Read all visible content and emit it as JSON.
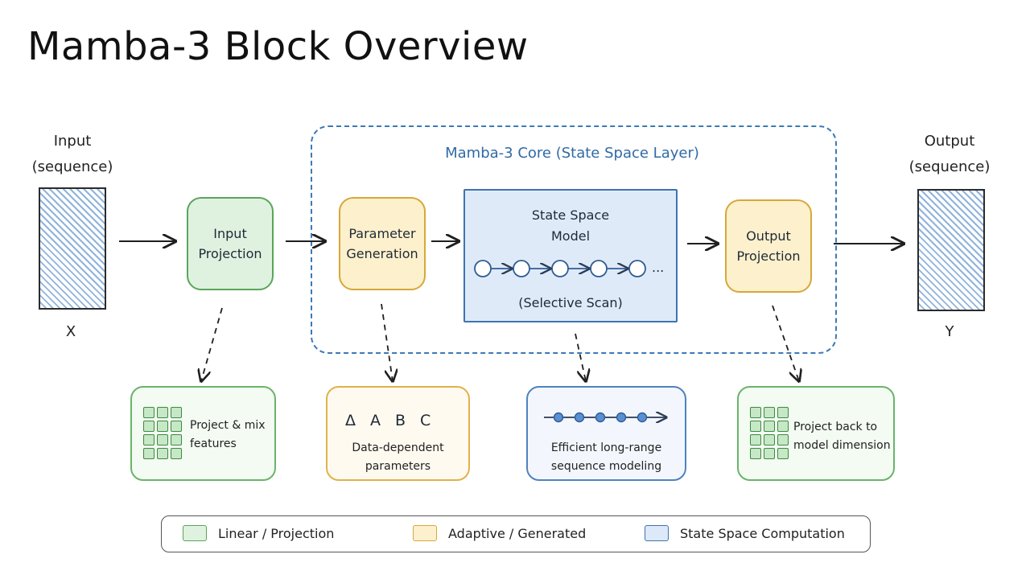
{
  "title": "Mamba-3 Block Overview",
  "input": {
    "label_line1": "Input",
    "label_line2": "(sequence)",
    "symbol": "X"
  },
  "output": {
    "label_line1": "Output",
    "label_line2": "(sequence)",
    "symbol": "Y"
  },
  "core": {
    "title": "Mamba-3 Core (State Space Layer)"
  },
  "blocks": {
    "input_projection": "Input\nProjection",
    "parameter_generation": "Parameter\nGeneration",
    "state_space_model_line1": "State Space",
    "state_space_model_line2": "Model",
    "selective_scan": "(Selective Scan)",
    "scan_ellipsis": "...",
    "output_projection": "Output\nProjection"
  },
  "cards": {
    "project_mix": {
      "line1": "Project & mix",
      "line2": "features"
    },
    "data_dependent": {
      "symbols": [
        "Δ",
        "A",
        "B",
        "C"
      ],
      "line1": "Data-dependent",
      "line2": "parameters"
    },
    "long_range": {
      "line1": "Efficient long-range",
      "line2": "sequence modeling"
    },
    "project_back": {
      "line1": "Project back to",
      "line2": "model dimension"
    }
  },
  "legend": [
    {
      "label": "Linear / Projection",
      "color": "#dff2df",
      "border": "#5aa55a"
    },
    {
      "label": "Adaptive / Generated",
      "color": "#fdf0cc",
      "border": "#d6a83a"
    },
    {
      "label": "State Space Computation",
      "color": "#dce9f8",
      "border": "#3f73b1"
    }
  ],
  "colors": {
    "linear": "#5aa55a",
    "adaptive": "#d6a83a",
    "state_space": "#3f73b1"
  }
}
